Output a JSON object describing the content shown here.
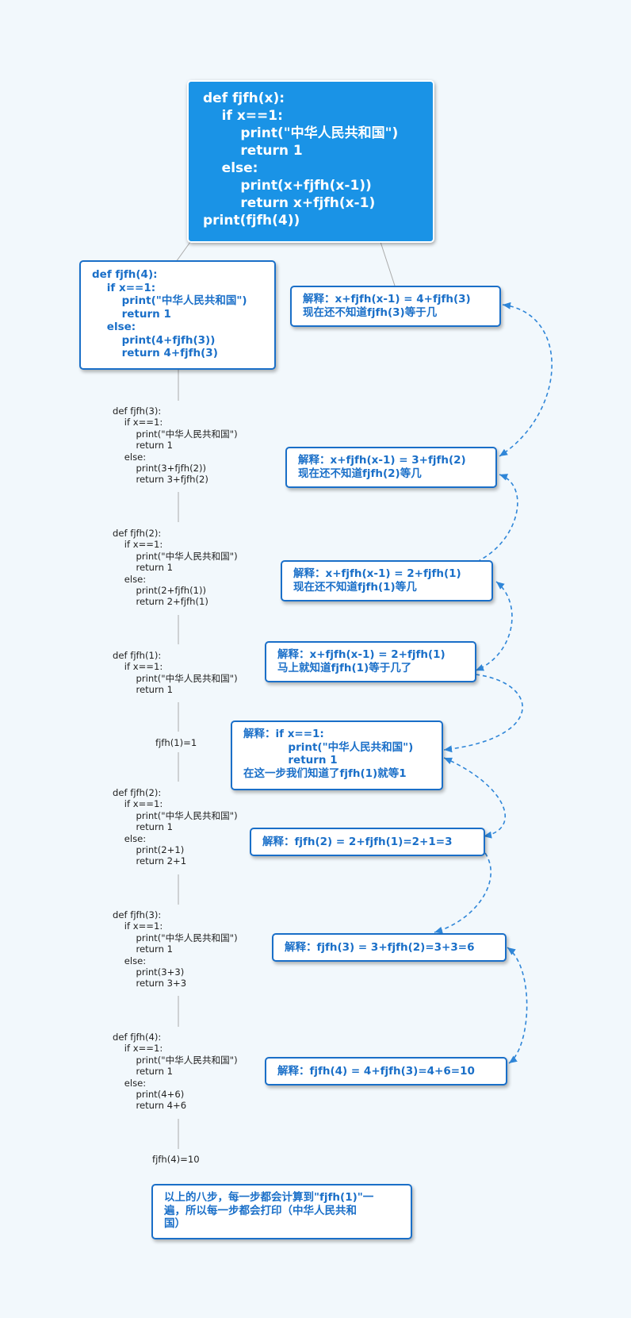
{
  "root_code": "def fjfh(x):\n    if x==1:\n        print(\"中华人民共和国\")\n        return 1\n    else:\n        print(x+fjfh(x-1))\n        return x+fjfh(x-1)\nprint(fjfh(4))",
  "step1_code": "def fjfh(4):\n    if x==1:\n        print(\"中华人民共和国\")\n        return 1\n    else:\n        print(4+fjfh(3))\n        return 4+fjfh(3)",
  "trace": {
    "step2": "def fjfh(3):\n    if x==1:\n        print(\"中华人民共和国\")\n        return 1\n    else:\n        print(3+fjfh(2))\n        return 3+fjfh(2)",
    "step3": "def fjfh(2):\n    if x==1:\n        print(\"中华人民共和国\")\n        return 1\n    else:\n        print(2+fjfh(1))\n        return 2+fjfh(1)",
    "step4": "def fjfh(1):\n    if x==1:\n        print(\"中华人民共和国\")\n        return 1",
    "result1": "fjfh(1)=1",
    "step5": "def fjfh(2):\n    if x==1:\n        print(\"中华人民共和国\")\n        return 1\n    else:\n        print(2+1)\n        return 2+1",
    "step6": "def fjfh(3):\n    if x==1:\n        print(\"中华人民共和国\")\n        return 1\n    else:\n        print(3+3)\n        return 3+3",
    "step7": "def fjfh(4):\n    if x==1:\n        print(\"中华人民共和国\")\n        return 1\n    else:\n        print(4+6)\n        return 4+6",
    "result4": "fjfh(4)=10"
  },
  "explanations": {
    "e1": "解释：x+fjfh(x-1) = 4+fjfh(3)\n现在还不知道fjfh(3)等于几",
    "e2": "解释：x+fjfh(x-1) = 3+fjfh(2)\n现在还不知道fjfh(2)等几",
    "e3": "解释：x+fjfh(x-1) = 2+fjfh(1)\n现在还不知道fjfh(1)等几",
    "e4": "解释：x+fjfh(x-1) = 2+fjfh(1)\n马上就知道fjfh(1)等于几了",
    "e5": "解释：if x==1:\n            print(\"中华人民共和国\")\n            return 1\n在这一步我们知道了fjfh(1)就等1",
    "e6": "解释：fjfh(2) = 2+fjfh(1)=2+1=3",
    "e7": "解释：fjfh(3) = 3+fjfh(2)=3+3=6",
    "e8": "解释：fjfh(4) = 4+fjfh(3)=4+6=10"
  },
  "summary": "以上的八步，每一步都会计算到\"fjfh(1)\"一\n遍，所以每一步都会打印（中华人民共和\n国）",
  "colors": {
    "background": "#f2f8fc",
    "root_fill": "#1a93e6",
    "box_border": "#1a6fc8",
    "box_text": "#1a6fc8",
    "dashed_arrow": "#2f86d8",
    "connector": "#aaaaaa"
  }
}
